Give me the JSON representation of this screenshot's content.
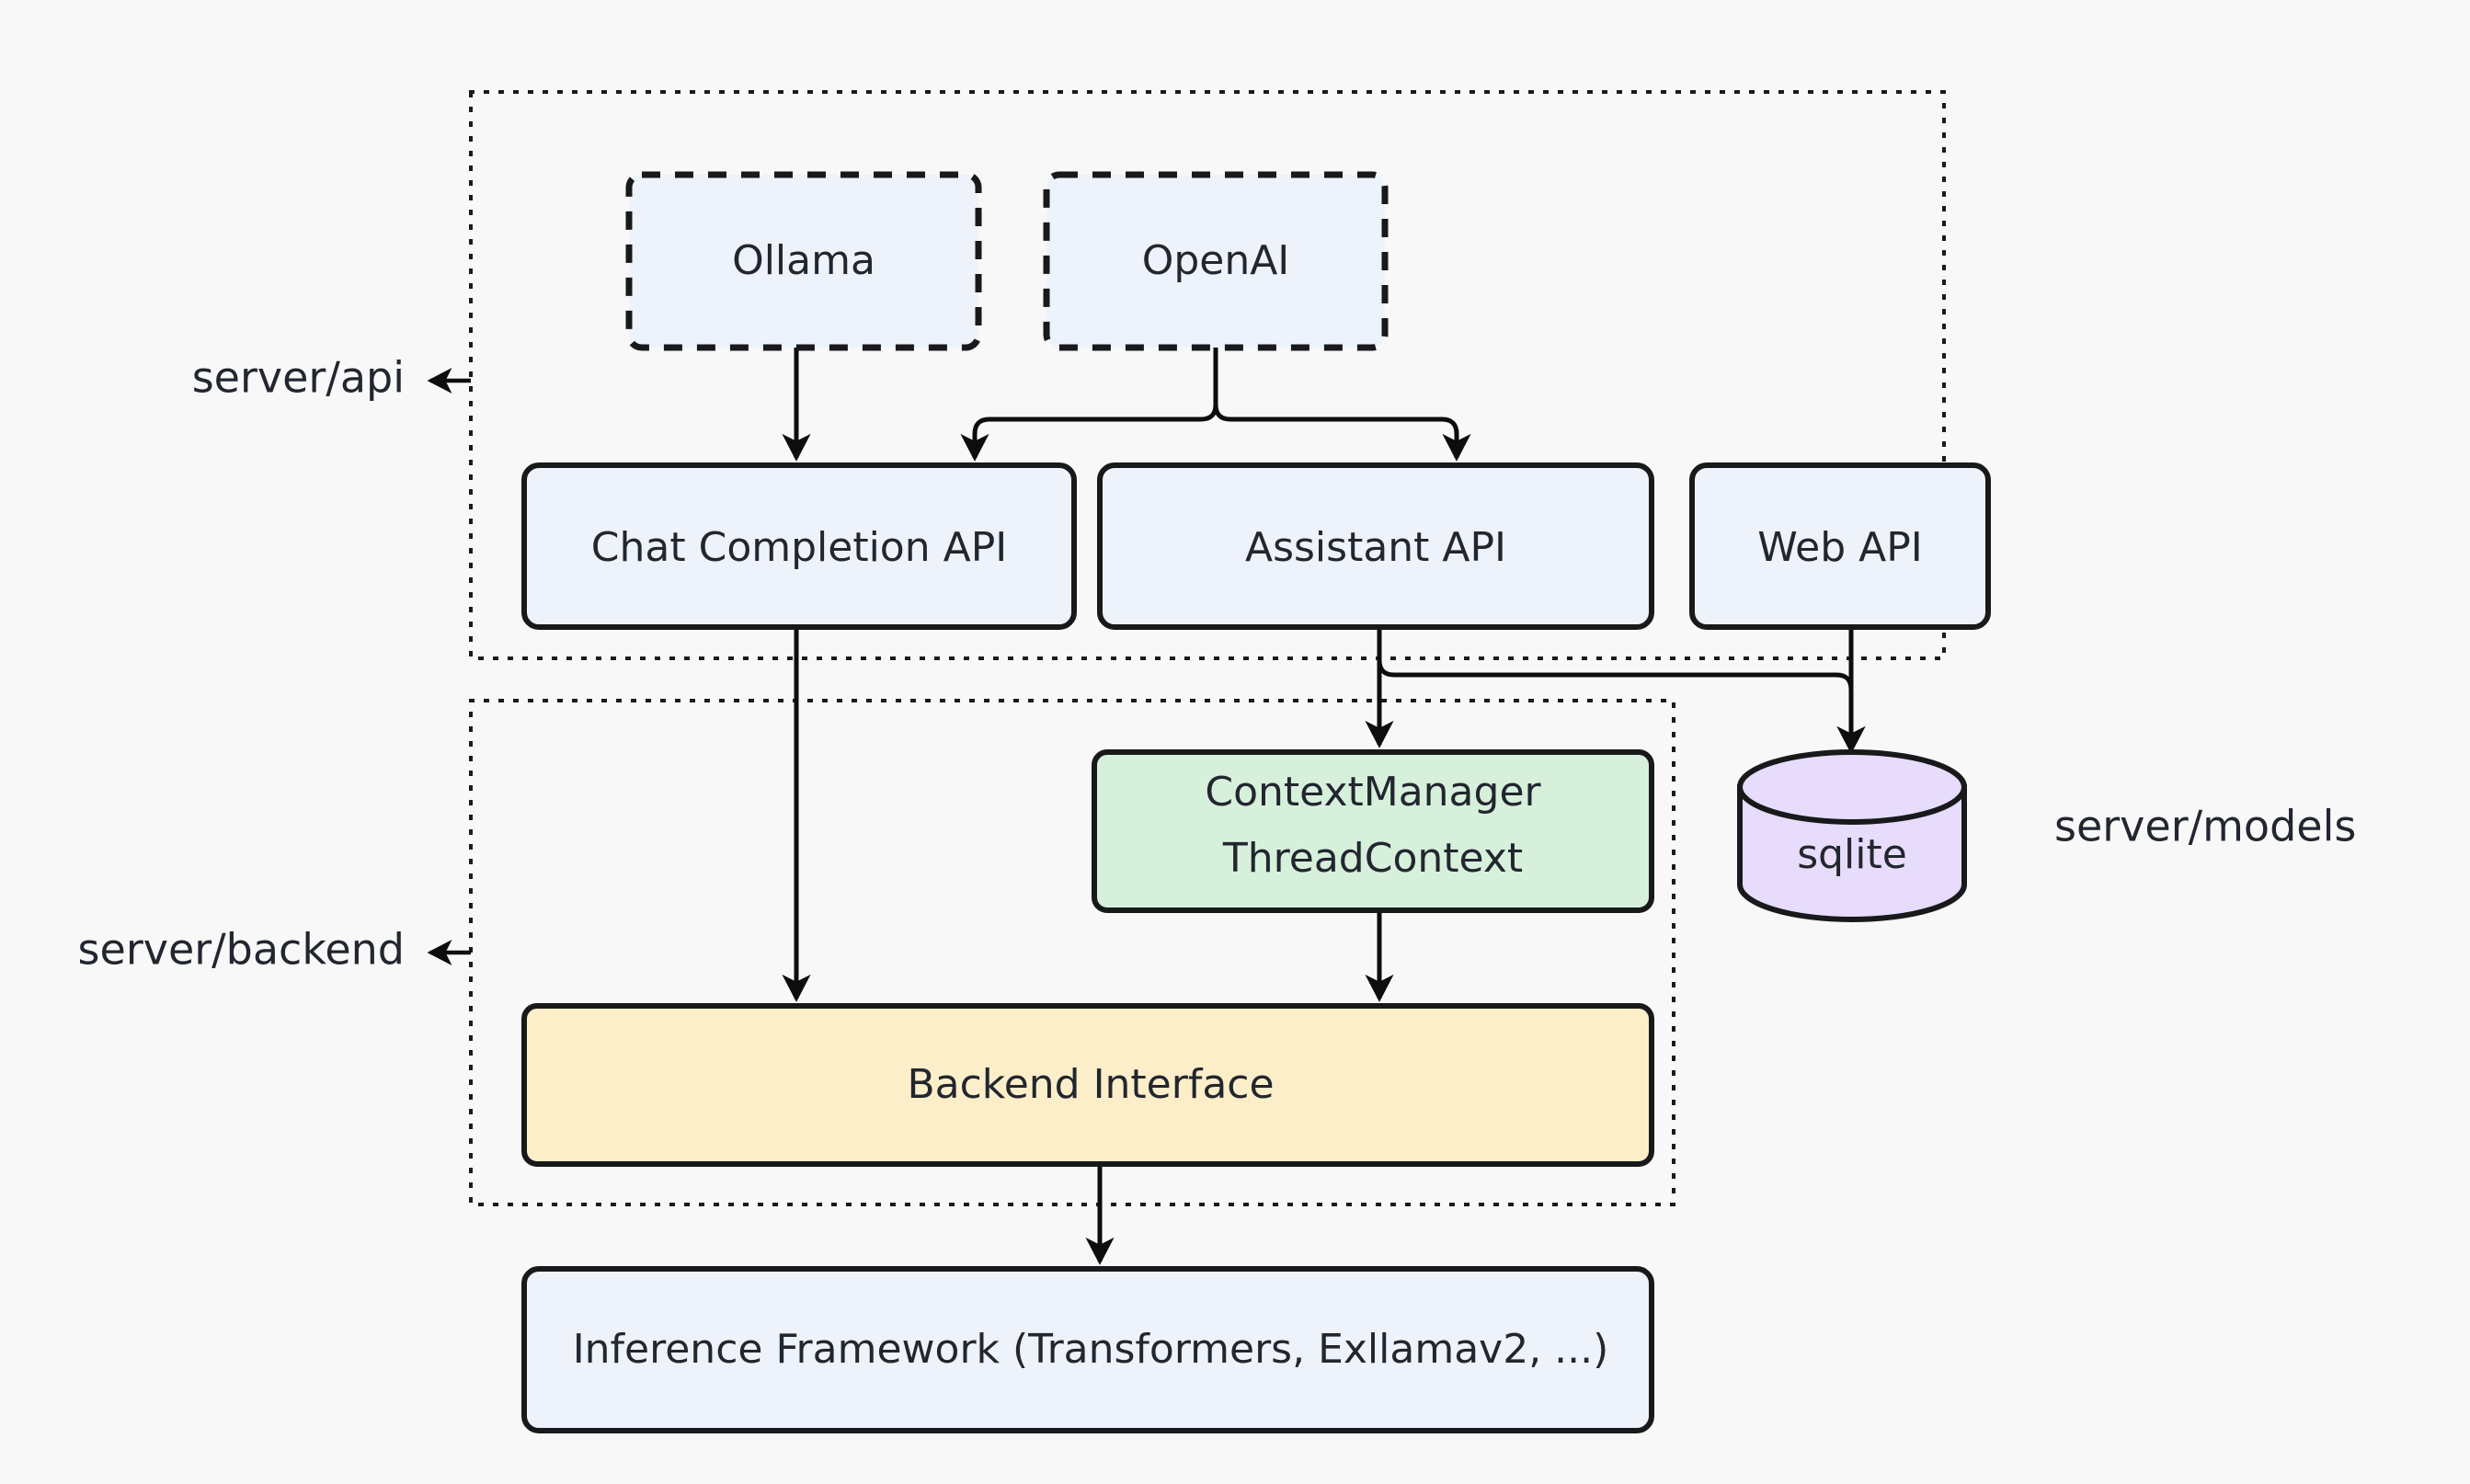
{
  "diagram": {
    "title": "Server architecture layer diagram",
    "background_color": "#f8f8f8",
    "groups": [
      {
        "id": "api",
        "label": "server/api",
        "label_arrow": "left-arrow-icon",
        "border_style": "dotted"
      },
      {
        "id": "backend",
        "label": "server/backend",
        "label_arrow": "left-arrow-icon",
        "border_style": "dotted"
      },
      {
        "id": "models",
        "label": "server/models",
        "label_arrow": "none",
        "border_style": "none"
      }
    ],
    "nodes": [
      {
        "id": "ollama",
        "label": "Ollama",
        "shape": "rounded-rect",
        "border": "dashed",
        "fill": "#eef2fb",
        "group": "api"
      },
      {
        "id": "openai",
        "label": "OpenAI",
        "shape": "rounded-rect",
        "border": "dashed",
        "fill": "#eef2fb",
        "group": "api"
      },
      {
        "id": "chat-completion-api",
        "label": "Chat Completion API",
        "shape": "rounded-rect",
        "border": "solid",
        "fill": "#eef2fb",
        "group": "api"
      },
      {
        "id": "assistant-api",
        "label": "Assistant API",
        "shape": "rounded-rect",
        "border": "solid",
        "fill": "#eef2fb",
        "group": "api"
      },
      {
        "id": "web-api",
        "label": "Web API",
        "shape": "rounded-rect",
        "border": "solid",
        "fill": "#eef2fb",
        "group": "api"
      },
      {
        "id": "context-manager",
        "label_line1": "ContextManager",
        "label_line2": "ThreadContext",
        "shape": "rounded-rect",
        "border": "solid",
        "fill": "#d6f0dc",
        "group": "backend"
      },
      {
        "id": "sqlite",
        "label": "sqlite",
        "shape": "cylinder",
        "border": "solid",
        "fill": "#e7dcfb",
        "group": "models"
      },
      {
        "id": "backend-interface",
        "label": "Backend Interface",
        "shape": "rounded-rect",
        "border": "solid",
        "fill": "#fceec9",
        "group": "backend"
      },
      {
        "id": "inference-framework",
        "label": "Inference Framework (Transformers, Exllamav2, ...)",
        "shape": "rounded-rect",
        "border": "solid",
        "fill": "#eef2fb",
        "group": "none"
      }
    ],
    "edges": [
      {
        "from": "ollama",
        "to": "chat-completion-api",
        "arrow": "end"
      },
      {
        "from": "openai",
        "to": "chat-completion-api",
        "arrow": "end"
      },
      {
        "from": "openai",
        "to": "assistant-api",
        "arrow": "end"
      },
      {
        "from": "chat-completion-api",
        "to": "backend-interface",
        "arrow": "end"
      },
      {
        "from": "assistant-api",
        "to": "context-manager",
        "arrow": "end"
      },
      {
        "from": "assistant-api",
        "to": "sqlite",
        "arrow": "end"
      },
      {
        "from": "web-api",
        "to": "sqlite",
        "arrow": "end"
      },
      {
        "from": "context-manager",
        "to": "backend-interface",
        "arrow": "end"
      },
      {
        "from": "backend-interface",
        "to": "inference-framework",
        "arrow": "end"
      }
    ]
  }
}
